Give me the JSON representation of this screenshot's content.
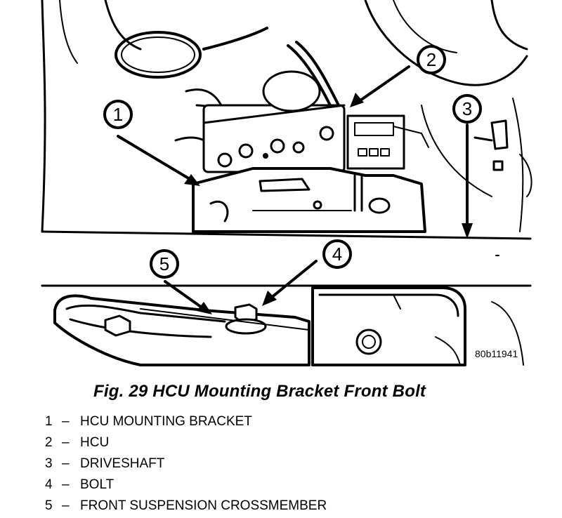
{
  "figure": {
    "caption": "Fig. 29 HCU Mounting Bracket Front Bolt",
    "code": "80b11941",
    "callouts": [
      "1",
      "2",
      "3",
      "4",
      "5"
    ]
  },
  "legend": [
    {
      "num": "1",
      "dash": "–",
      "label": "HCU MOUNTING BRACKET"
    },
    {
      "num": "2",
      "dash": "–",
      "label": "HCU"
    },
    {
      "num": "3",
      "dash": "–",
      "label": "DRIVESHAFT"
    },
    {
      "num": "4",
      "dash": "–",
      "label": "BOLT"
    },
    {
      "num": "5",
      "dash": "–",
      "label": "FRONT SUSPENSION CROSSMEMBER"
    }
  ]
}
